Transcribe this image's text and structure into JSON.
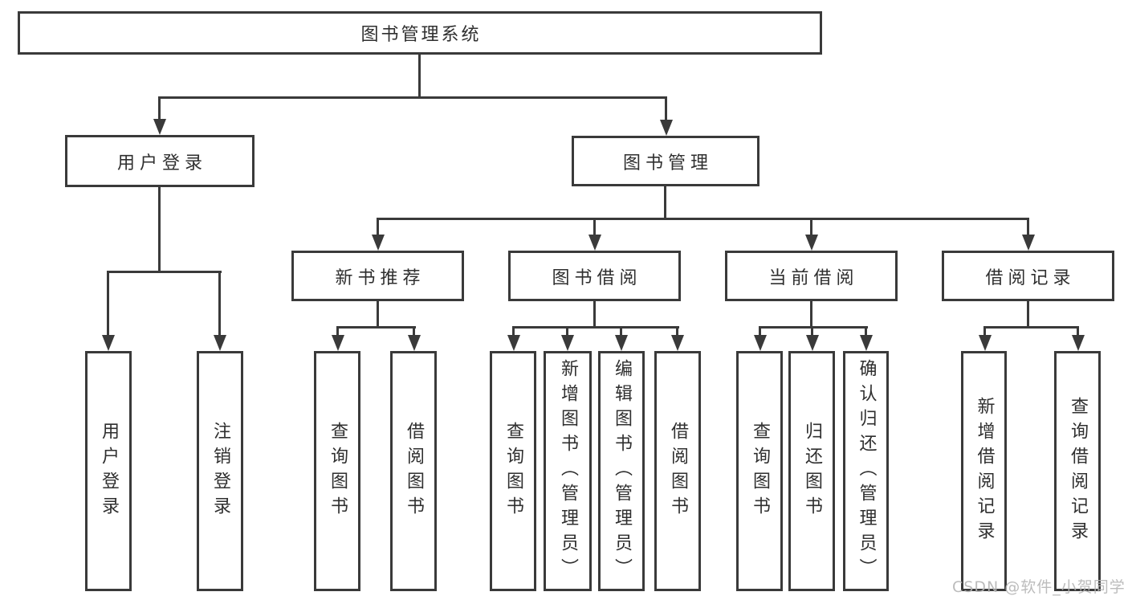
{
  "tree": {
    "root": {
      "label": "图书管理系统"
    },
    "user_login": {
      "label": "用户登录",
      "children": [
        {
          "label": "用户登录"
        },
        {
          "label": "注销登录"
        }
      ]
    },
    "book_mgmt": {
      "label": "图书管理",
      "sections": {
        "new_books": {
          "label": "新书推荐",
          "children": [
            {
              "label": "查询图书"
            },
            {
              "label": "借阅图书"
            }
          ]
        },
        "borrow": {
          "label": "图书借阅",
          "children": [
            {
              "label": "查询图书"
            },
            {
              "label": "新增图书（管理员）"
            },
            {
              "label": "编辑图书（管理员）"
            },
            {
              "label": "借阅图书"
            }
          ]
        },
        "current": {
          "label": "当前借阅",
          "children": [
            {
              "label": "查询图书"
            },
            {
              "label": "归还图书"
            },
            {
              "label": "确认归还（管理员）"
            }
          ]
        },
        "records": {
          "label": "借阅记录",
          "children": [
            {
              "label": "新增借阅记录"
            },
            {
              "label": "查询借阅记录"
            }
          ]
        }
      }
    }
  },
  "watermark": {
    "text": "CSDN @软件_小贺同学"
  },
  "colors": {
    "line": "#3a3a3a",
    "text": "#2f2f2f",
    "bg": "#ffffff",
    "watermark": "#b5b5b5"
  }
}
